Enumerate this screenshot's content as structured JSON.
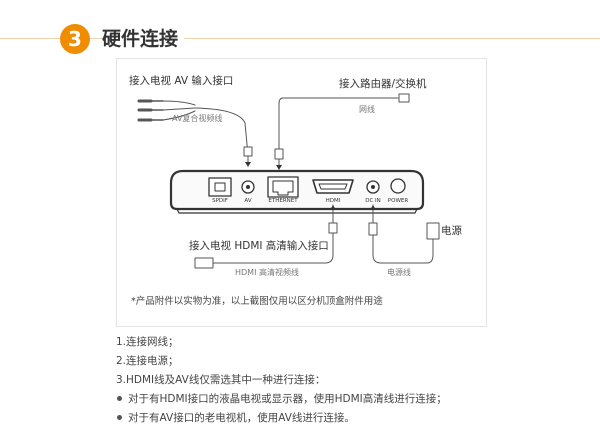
{
  "header": {
    "step_number": "3",
    "title": "硬件连接"
  },
  "diagram": {
    "labels": {
      "tv_av_input": "接入电视 AV 输入接口",
      "av_cable": "AV复合视频线",
      "router_switch": "接入路由器/交换机",
      "network_cable": "网线",
      "tv_hdmi_input": "接入电视 HDMI 高清输入接口",
      "hdmi_cable": "HDMI 高清视频线",
      "power": "电源",
      "power_cable": "电源线"
    },
    "ports": [
      "SPDIF",
      "AV",
      "ETHERNET",
      "HDMI",
      "DC IN",
      "POWER"
    ],
    "footnote": "*产品附件以实物为准，以上截图仅用以区分机顶盒附件用途"
  },
  "instructions": {
    "steps": [
      "1.连接网线；",
      "2.连接电源；",
      "3.HDMI线及AV线仅需选其中一种进行连接："
    ],
    "bullets": [
      "对于有HDMI接口的液晶电视或显示器，使用HDMI高清线进行连接；",
      "对于有AV接口的老电视机，使用AV线进行连接。"
    ]
  },
  "colors": {
    "accent": "#f08c00",
    "line": "#555555",
    "box_border": "#e3e3e3"
  }
}
